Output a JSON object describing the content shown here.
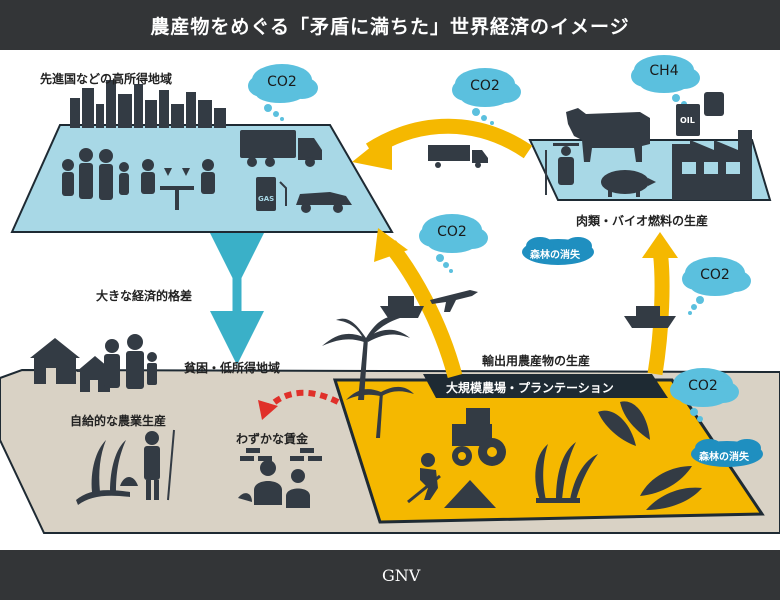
{
  "title": "農産物をめぐる「矛盾に満ちた」世界経済のイメージ",
  "footer": {
    "logo_text": "GNV"
  },
  "regions": {
    "developed": "先進国などの高所得地域",
    "meat_bio": "肉類・バイオ燃料の生産",
    "gap": "大きな経済的格差",
    "poor": "貧困・低所得地域",
    "export": "輸出用農産物の生産",
    "plantation": "大規模農場・プランテーション",
    "subsistence": "自給的な農業生産",
    "wages": "わずかな賃金"
  },
  "clouds": {
    "co2_top_left": "CO2",
    "co2_top_mid": "CO2",
    "ch4": "CH4",
    "co2_mid": "CO2",
    "co2_right": "CO2",
    "co2_bottom_right": "CO2"
  },
  "badges": {
    "forest_loss_1": "森林の消失",
    "forest_loss_2": "森林の消失"
  },
  "icons": {
    "gas_label": "GAS",
    "oil_label": "OIL"
  },
  "colors": {
    "header_bg": "#333537",
    "developed_fill": "#a8d8e6",
    "poor_fill": "#d9d2c5",
    "plantation_fill": "#f5b800",
    "arrow_yellow": "#f5b800",
    "arrow_teal": "#3ab0c8",
    "wage_arrow": "#e0302a",
    "cloud": "#5bc0de",
    "icon_dark": "#333b44"
  }
}
